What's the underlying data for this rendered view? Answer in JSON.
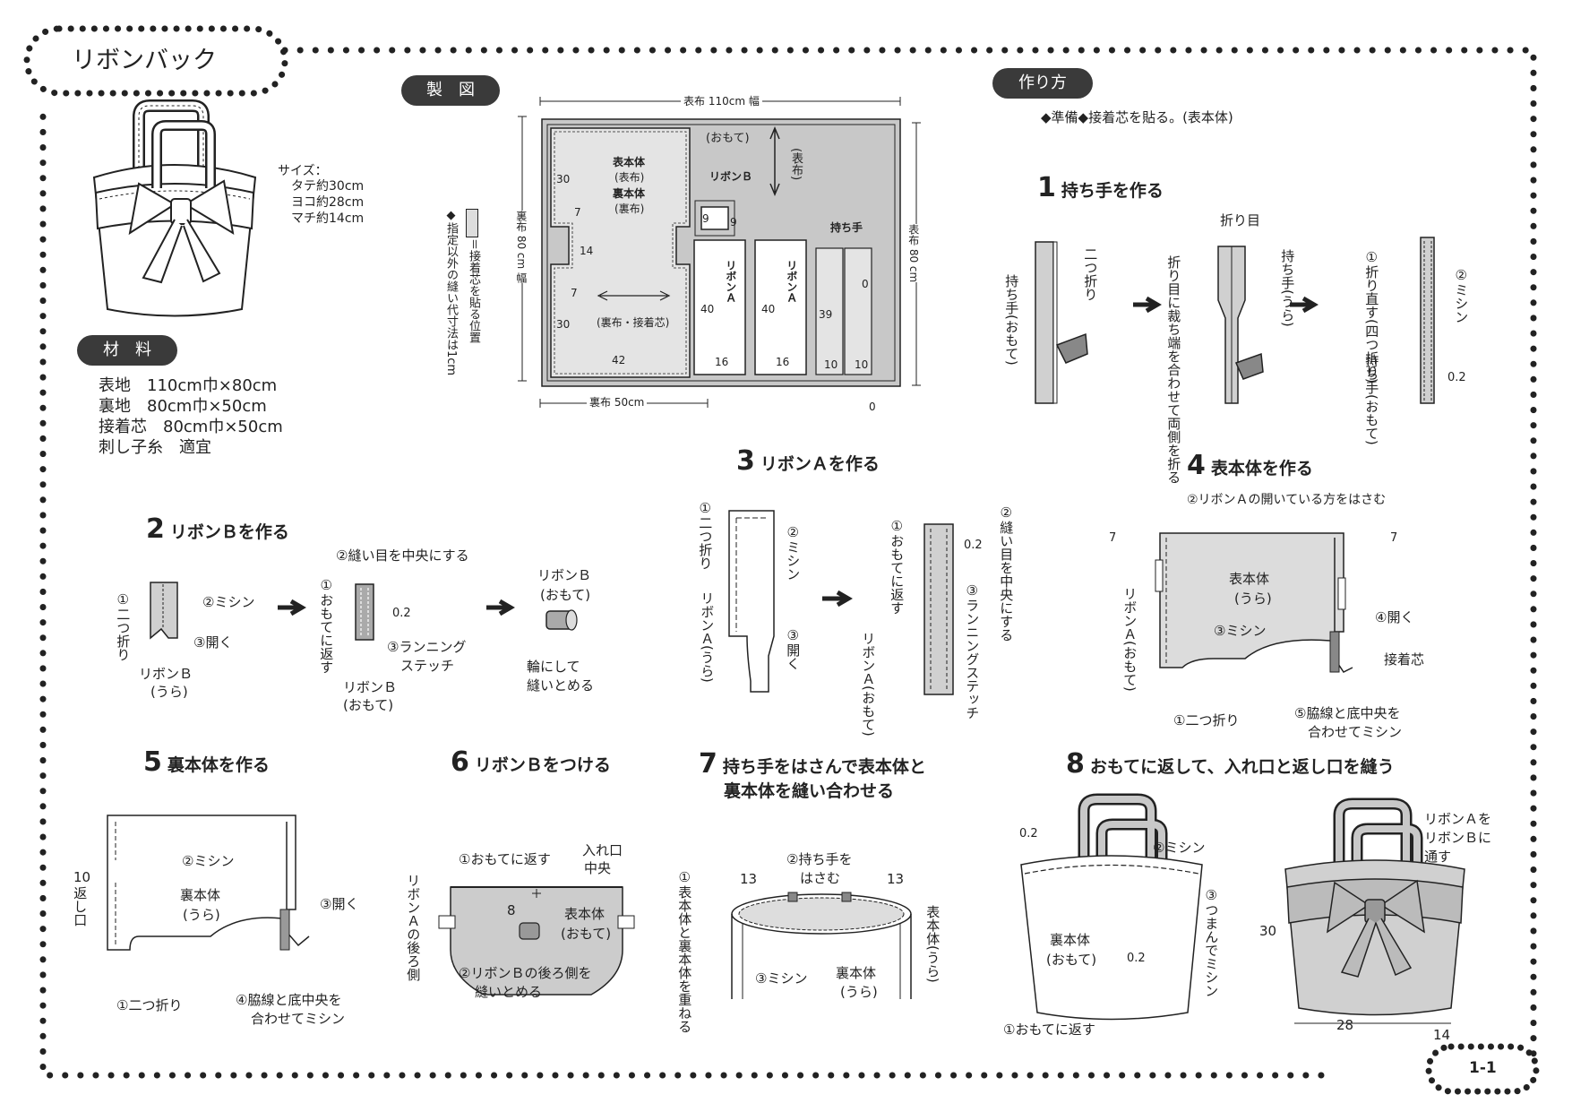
{
  "title": "リボンバック",
  "page_number": "1-1",
  "size": {
    "label": "サイズ：",
    "lines": [
      "タテ約30cm",
      "ヨコ約28cm",
      "マチ約14cm"
    ]
  },
  "materials": {
    "header": "材　料",
    "items": [
      "表地　110cm巾×80cm",
      "裏地　80cm巾×50cm",
      "接着芯　80cm巾×50cm",
      "刺し子糸　適宜"
    ]
  },
  "pattern": {
    "header": "製　図",
    "legend_fusible": "＝接着芯を貼る位置",
    "legend_seam": "◆指定以外の縫い代寸法は1cm",
    "outer_width": "表布 110cm 幅",
    "lining_width": "裏布 50cm",
    "outer_height_right": "表布 80 cm",
    "lining_height_left": "裏布 80 cm 幅",
    "omote": "(おもて)",
    "grain": "(表布)",
    "body_labels": [
      "表本体",
      "(表布)",
      "裏本体",
      "(裏布)"
    ],
    "body_fusible": "(裏布・接着芯)",
    "ribbon_b": "リボンＢ",
    "ribbon_a": "リボンＡ",
    "handle": "持ち手",
    "dims": [
      "30",
      "7",
      "14",
      "7",
      "30",
      "42",
      "9",
      "9",
      "40",
      "16",
      "40",
      "16",
      "39",
      "0",
      "10",
      "10",
      "0"
    ]
  },
  "howto": {
    "header": "作り方",
    "prep": "◆準備◆接着芯を貼る。(表本体)"
  },
  "steps": [
    {
      "num": "1",
      "title": "持ち手を作る",
      "labels": [
        "二つ折り",
        "持ち手(おもて)",
        "折り目",
        "持ち手(うら)",
        "折り目に裁ち端を合わせて両側を折る",
        "①折り直す(四つ折り)",
        "②ミシン",
        "持ち手(おもて)",
        "0.2"
      ]
    },
    {
      "num": "2",
      "title": "リボンＢを作る",
      "labels": [
        "①二つ折り",
        "②ミシン",
        "③開く",
        "リボンＢ",
        "(うら)",
        "②縫い目を中央にする",
        "①おもてに返す",
        "0.2",
        "③ランニング",
        "ステッチ",
        "リボンＢ",
        "(おもて)",
        "リボンＢ",
        "(おもて)",
        "輪にして",
        "縫いとめる"
      ]
    },
    {
      "num": "3",
      "title": "リボンＡを作る",
      "labels": [
        "①二つ折り",
        "②ミシン",
        "リボンＡ(うら)",
        "③開く",
        "①おもてに返す",
        "②縫い目を中央にする",
        "0.2",
        "③ランニングステッチ",
        "リボンＡ(おもて)"
      ]
    },
    {
      "num": "4",
      "title": "表本体を作る",
      "labels": [
        "②リボンＡの開いている方をはさむ",
        "7",
        "7",
        "表本体",
        "(うら)",
        "リボンＡ(おもて)",
        "③ミシン",
        "④開く",
        "接着芯",
        "①二つ折り",
        "⑤脇線と底中央を",
        "合わせてミシン"
      ]
    },
    {
      "num": "5",
      "title": "裏本体を作る",
      "labels": [
        "10",
        "返し口",
        "②ミシン",
        "裏本体",
        "(うら)",
        "③開く",
        "①二つ折り",
        "④脇線と底中央を",
        "合わせてミシン"
      ]
    },
    {
      "num": "6",
      "title": "リボンＢをつける",
      "labels": [
        "①おもてに返す",
        "入れ口",
        "中央",
        "リボンＡの後ろ側",
        "8",
        "表本体",
        "(おもて)",
        "②リボンＢの後ろ側を",
        "縫いとめる"
      ]
    },
    {
      "num": "7",
      "title": "持ち手をはさんで表本体と",
      "title2": "裏本体を縫い合わせる",
      "labels": [
        "②持ち手を",
        "はさむ",
        "13",
        "13",
        "①表本体と裏本体を重ねる",
        "表本体(うら)",
        "③ミシン",
        "裏本体",
        "(うら)"
      ]
    },
    {
      "num": "8",
      "title": "おもてに返して、入れ口と返し口を縫う",
      "labels": [
        "0.2",
        "②ミシン",
        "裏本体",
        "(おもて)",
        "③つまんでミシン",
        "0.2",
        "①おもてに返す",
        "リボンＡを",
        "リボンＢに",
        "通す",
        "30",
        "28",
        "14"
      ]
    }
  ],
  "colors": {
    "ink": "#222222",
    "gray": "#c8c8c8",
    "light": "#e4e4e4",
    "pill": "#3a3a3a"
  }
}
